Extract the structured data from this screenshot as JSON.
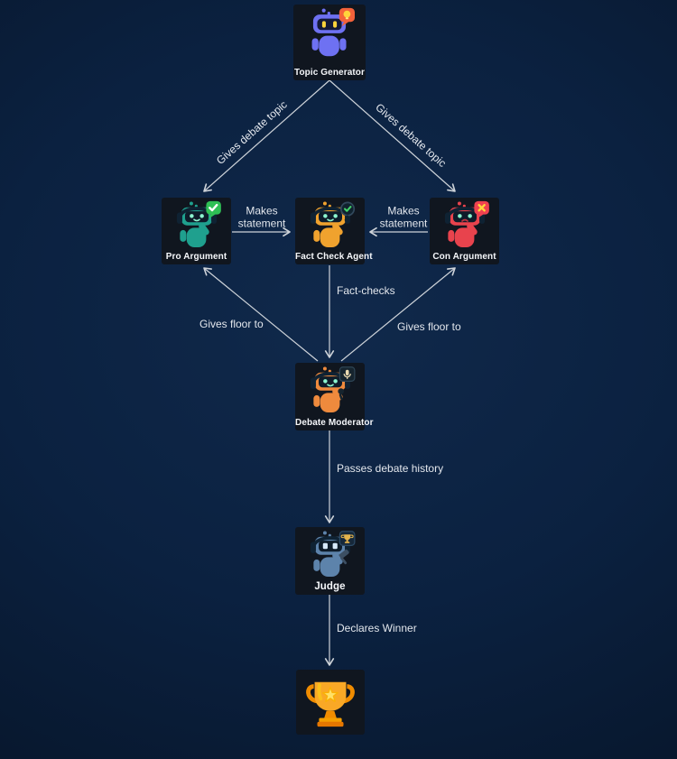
{
  "diagram": {
    "nodes": [
      {
        "id": "topic-generator",
        "label": "Topic Generator",
        "icon": "robot-idea-icon"
      },
      {
        "id": "pro-argument",
        "label": "Pro Argument",
        "icon": "robot-pro-check-icon"
      },
      {
        "id": "fact-check-agent",
        "label": "Fact Check Agent",
        "icon": "robot-magnifier-icon"
      },
      {
        "id": "con-argument",
        "label": "Con Argument",
        "icon": "robot-con-x-icon"
      },
      {
        "id": "debate-moderator",
        "label": "Debate Moderator",
        "icon": "robot-microphone-icon"
      },
      {
        "id": "judge",
        "label": "Judge",
        "icon": "robot-gavel-trophy-icon"
      },
      {
        "id": "winner-trophy",
        "label": "",
        "icon": "trophy-icon"
      }
    ],
    "edges": [
      {
        "from": "topic-generator",
        "to": "pro-argument",
        "label": "Gives debate topic"
      },
      {
        "from": "topic-generator",
        "to": "con-argument",
        "label": "Gives debate topic"
      },
      {
        "from": "pro-argument",
        "to": "fact-check-agent",
        "label": "Makes statement"
      },
      {
        "from": "con-argument",
        "to": "fact-check-agent",
        "label": "Makes statement"
      },
      {
        "from": "fact-check-agent",
        "to": "debate-moderator",
        "label": "Fact-checks"
      },
      {
        "from": "debate-moderator",
        "to": "pro-argument",
        "label": "Gives floor to"
      },
      {
        "from": "debate-moderator",
        "to": "con-argument",
        "label": "Gives floor to"
      },
      {
        "from": "debate-moderator",
        "to": "judge",
        "label": "Passes debate history"
      },
      {
        "from": "judge",
        "to": "winner-trophy",
        "label": "Declares Winner"
      }
    ],
    "colors": {
      "background_center": "#10294b",
      "background_edge": "#061325",
      "node_background": "#10161f",
      "edge_line": "#ced3d9",
      "edge_label_text": "#e3e7ed",
      "node_label_text": "#f5f7fa",
      "topic_robot": "#6e71f2",
      "pro_robot": "#1fa08e",
      "fact_robot": "#f0a22e",
      "con_robot": "#e8434d",
      "moderator_robot": "#ee8a3d",
      "judge_robot": "#5d83ab",
      "trophy_gold": "#f9a826",
      "check_green": "#2fbf55",
      "error_red": "#ef4150",
      "idea_orange": "#f4623a",
      "accent_yellow": "#ffd43b"
    }
  }
}
